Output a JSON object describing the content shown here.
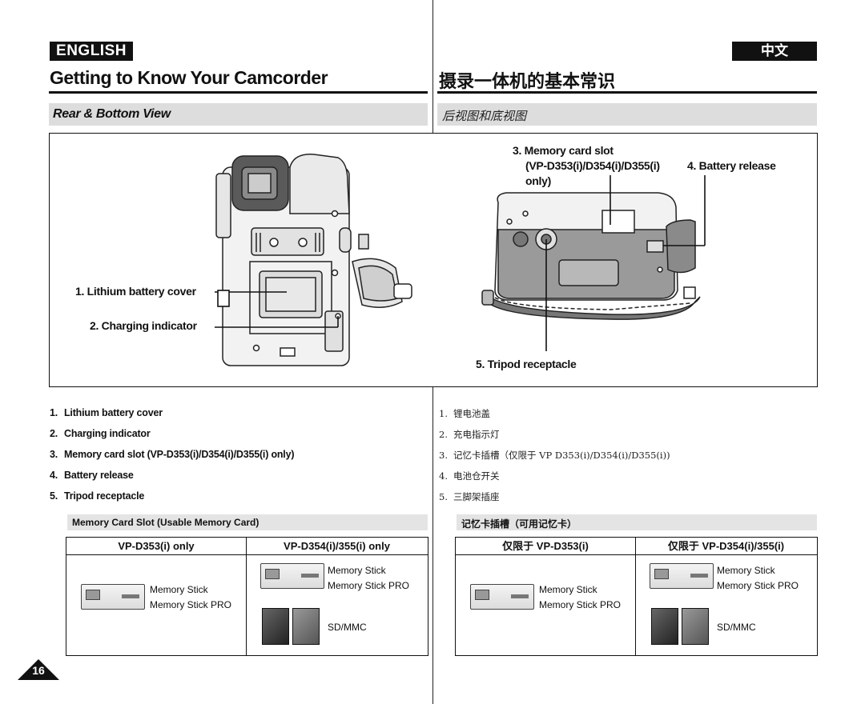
{
  "header": {
    "lang_en": "ENGLISH",
    "lang_cn": "中文",
    "title_en": "Getting to Know Your Camcorder",
    "title_cn": "摄录一体机的基本常识"
  },
  "section": {
    "subtitle_en": "Rear & Bottom View",
    "subtitle_cn": "后视图和底视图"
  },
  "callouts": {
    "c1": "1. Lithium battery cover",
    "c2": "2. Charging indicator",
    "c3a": "3. Memory card slot",
    "c3b": "(VP-D353(i)/D354(i)/D355(i)",
    "c3c": "only)",
    "c4": "4. Battery release",
    "c5": "5. Tripod receptacle"
  },
  "list_en": [
    {
      "n": "1.",
      "t": "Lithium battery cover"
    },
    {
      "n": "2.",
      "t": "Charging indicator"
    },
    {
      "n": "3.",
      "t": "Memory card slot (VP-D353(i)/D354(i)/D355(i) only)"
    },
    {
      "n": "4.",
      "t": "Battery release"
    },
    {
      "n": "5.",
      "t": "Tripod receptacle"
    }
  ],
  "list_cn": [
    {
      "n": "1.",
      "t": "锂电池盖"
    },
    {
      "n": "2.",
      "t": "充电指示灯"
    },
    {
      "n": "3.",
      "t": "记忆卡插槽（仅限于 VP D353(i)/D354(i)/D355(i))"
    },
    {
      "n": "4.",
      "t": "电池仓开关"
    },
    {
      "n": "5.",
      "t": "三脚架插座"
    }
  ],
  "memory_en": {
    "label": "Memory Card Slot (Usable Memory Card)",
    "col1": "VP-D353(i) only",
    "col2": "VP-D354(i)/355(i) only",
    "ms": "Memory Stick",
    "mspro": "Memory Stick PRO",
    "sd": "SD/MMC"
  },
  "memory_cn": {
    "label": "记忆卡插槽（可用记忆卡）",
    "col1": "仅限于 VP-D353(i)",
    "col2": "仅限于 VP-D354(i)/355(i)",
    "ms": "Memory Stick",
    "mspro": "Memory Stick PRO",
    "sd": "SD/MMC"
  },
  "page": {
    "number": "16"
  }
}
